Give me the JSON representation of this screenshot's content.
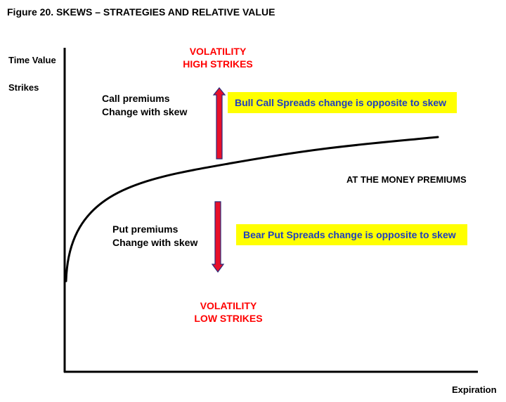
{
  "figure": {
    "title": "Figure 20. SKEWS – STRATEGIES AND RELATIVE VALUE"
  },
  "axes": {
    "y_title": "Time Value",
    "y_subtitle": "Strikes",
    "x_title": "Expiration"
  },
  "labels": {
    "vol_high_line1": "VOLATILITY",
    "vol_high_line2": "HIGH STRIKES",
    "vol_low_line1": "VOLATILITY",
    "vol_low_line2": "LOW STRIKES",
    "call_line1": "Call premiums",
    "call_line2": "Change with skew",
    "put_line1": "Put premiums",
    "put_line2": "Change with skew",
    "atm": "AT THE MONEY PREMIUMS"
  },
  "boxes": {
    "bull": "Bull Call Spreads change is opposite to skew",
    "bear": "Bear Put Spreads change is opposite to skew"
  },
  "colors": {
    "volatility_text": "#ff0000",
    "box_fill": "#ffff00",
    "box_text": "#1f3fbf",
    "arrow_fill": "#e8102a",
    "arrow_stroke": "#2a2a7a"
  }
}
